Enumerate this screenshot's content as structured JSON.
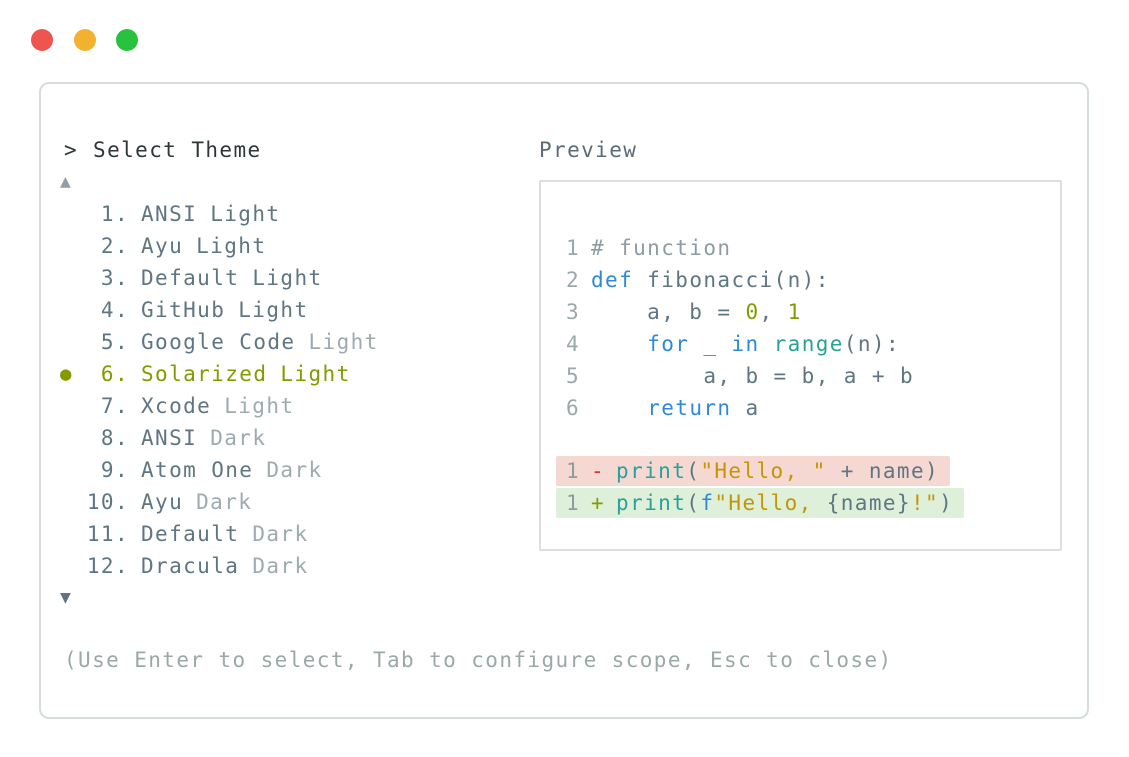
{
  "window": {
    "traffic_lights": [
      {
        "name": "close",
        "color": "#f0544f"
      },
      {
        "name": "minimize",
        "color": "#f2b22f"
      },
      {
        "name": "zoom",
        "color": "#27c33e"
      }
    ]
  },
  "header": {
    "prompt": ">",
    "title": "Select Theme"
  },
  "list": {
    "scroll_up_icon": "▲",
    "scroll_down_icon": "▼",
    "selected_index": 6,
    "items": [
      {
        "bullet": "",
        "num": "1.",
        "name": "ANSI",
        "variant": "Light",
        "state": "normal"
      },
      {
        "bullet": "",
        "num": "2.",
        "name": "Ayu",
        "variant": "Light",
        "state": "normal"
      },
      {
        "bullet": "",
        "num": "3.",
        "name": "Default",
        "variant": "Light",
        "state": "normal"
      },
      {
        "bullet": "",
        "num": "4.",
        "name": "GitHub",
        "variant": "Light",
        "state": "normal"
      },
      {
        "bullet": "",
        "num": "5.",
        "name": "Google Code",
        "variant": "Light",
        "state": "dimmed-variant"
      },
      {
        "bullet": "●",
        "num": "6.",
        "name": "Solarized",
        "variant": "Light",
        "state": "selected"
      },
      {
        "bullet": "",
        "num": "7.",
        "name": "Xcode",
        "variant": "Light",
        "state": "dimmed-variant"
      },
      {
        "bullet": "",
        "num": "8.",
        "name": "ANSI",
        "variant": "Dark",
        "state": "dimmed-variant"
      },
      {
        "bullet": "",
        "num": "9.",
        "name": "Atom One",
        "variant": "Dark",
        "state": "dimmed-variant"
      },
      {
        "bullet": "",
        "num": "10.",
        "name": "Ayu",
        "variant": "Dark",
        "state": "dimmed-variant"
      },
      {
        "bullet": "",
        "num": "11.",
        "name": "Default",
        "variant": "Dark",
        "state": "dimmed-variant"
      },
      {
        "bullet": "",
        "num": "12.",
        "name": "Dracula",
        "variant": "Dark",
        "state": "dimmed-variant"
      }
    ]
  },
  "preview": {
    "title": "Preview",
    "code_lines": [
      {
        "no": "1",
        "tokens": [
          {
            "t": "# function",
            "c": "comment"
          }
        ]
      },
      {
        "no": "2",
        "tokens": [
          {
            "t": "def",
            "c": "kw"
          },
          {
            "t": " fibonacci(n):",
            "c": "plain"
          }
        ]
      },
      {
        "no": "3",
        "tokens": [
          {
            "t": "    a, b = ",
            "c": "plain"
          },
          {
            "t": "0",
            "c": "num"
          },
          {
            "t": ", ",
            "c": "plain"
          },
          {
            "t": "1",
            "c": "num"
          }
        ]
      },
      {
        "no": "4",
        "tokens": [
          {
            "t": "    ",
            "c": "plain"
          },
          {
            "t": "for",
            "c": "kw"
          },
          {
            "t": " _ ",
            "c": "plain"
          },
          {
            "t": "in",
            "c": "kw"
          },
          {
            "t": " ",
            "c": "plain"
          },
          {
            "t": "range",
            "c": "fn"
          },
          {
            "t": "(n):",
            "c": "plain"
          }
        ]
      },
      {
        "no": "5",
        "tokens": [
          {
            "t": "        a, b = b, a + b",
            "c": "plain"
          }
        ]
      },
      {
        "no": "6",
        "tokens": [
          {
            "t": "    ",
            "c": "plain"
          },
          {
            "t": "return",
            "c": "kw"
          },
          {
            "t": " a",
            "c": "plain"
          }
        ]
      }
    ],
    "diff_lines": [
      {
        "no": "1",
        "sign": "-",
        "kind": "removed",
        "tokens": [
          {
            "t": "print",
            "c": "fn"
          },
          {
            "t": "(",
            "c": "plain"
          },
          {
            "t": "\"Hello, \"",
            "c": "str"
          },
          {
            "t": " + name)",
            "c": "plain"
          }
        ]
      },
      {
        "no": "1",
        "sign": "+",
        "kind": "added",
        "tokens": [
          {
            "t": "print",
            "c": "fn"
          },
          {
            "t": "(",
            "c": "plain"
          },
          {
            "t": "f",
            "c": "kw"
          },
          {
            "t": "\"Hello, ",
            "c": "str"
          },
          {
            "t": "{name}",
            "c": "plain"
          },
          {
            "t": "!\"",
            "c": "str"
          },
          {
            "t": ")",
            "c": "plain"
          }
        ]
      }
    ]
  },
  "footer": {
    "hint": "(Use Enter to select, Tab to configure scope, Esc to close)"
  },
  "colors": {
    "background": "#ffffff",
    "panel_border": "#d6dcdc",
    "header_text": "#2e3638",
    "list_text": "#5e7682",
    "dimmed_text": "#9dabb1",
    "selected_accent": "#859900",
    "hint_text": "#9aa9a7",
    "line_number": "#9aa7ad",
    "comment": "#8e9ca2",
    "keyword": "#3089d8",
    "builtin": "#2aa198",
    "number_literal": "#859900",
    "string_literal": "#c49504",
    "diff_minus": "#dc322f",
    "diff_plus": "#859900",
    "diff_removed_bg": "#f6d8d3",
    "diff_added_bg": "#def0d9"
  }
}
